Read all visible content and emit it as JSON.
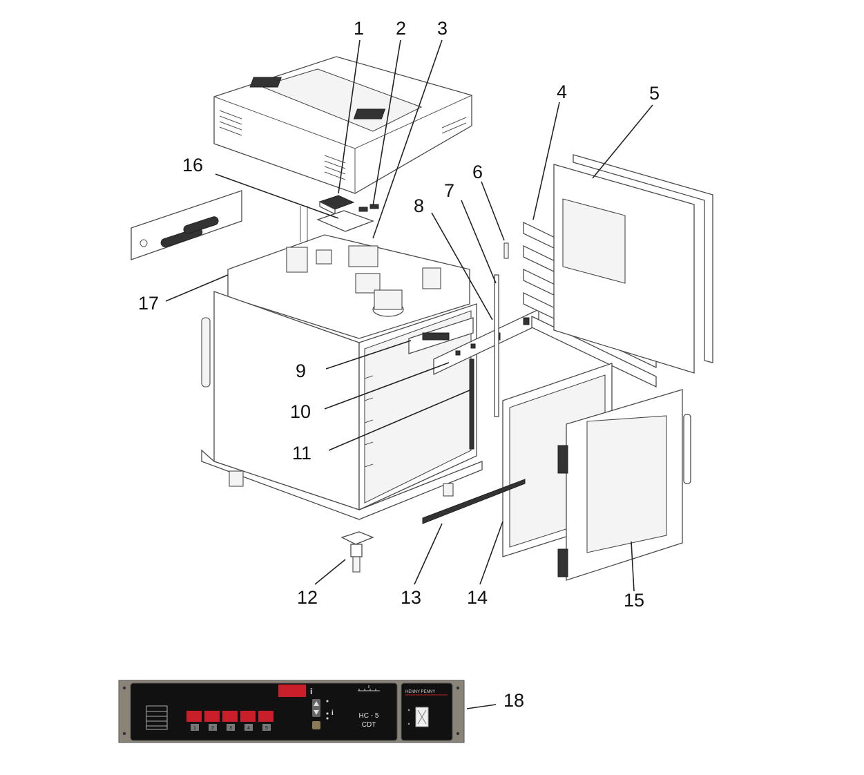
{
  "callouts": [
    "1",
    "2",
    "3",
    "4",
    "5",
    "6",
    "7",
    "8",
    "9",
    "10",
    "11",
    "12",
    "13",
    "14",
    "15",
    "16",
    "17",
    "18"
  ],
  "control_panel": {
    "model_line1": "HC - 5",
    "model_line2": "CDT",
    "brand": "HENNY PENNY",
    "timer_buttons": [
      "1",
      "2",
      "3",
      "4",
      "5"
    ]
  }
}
